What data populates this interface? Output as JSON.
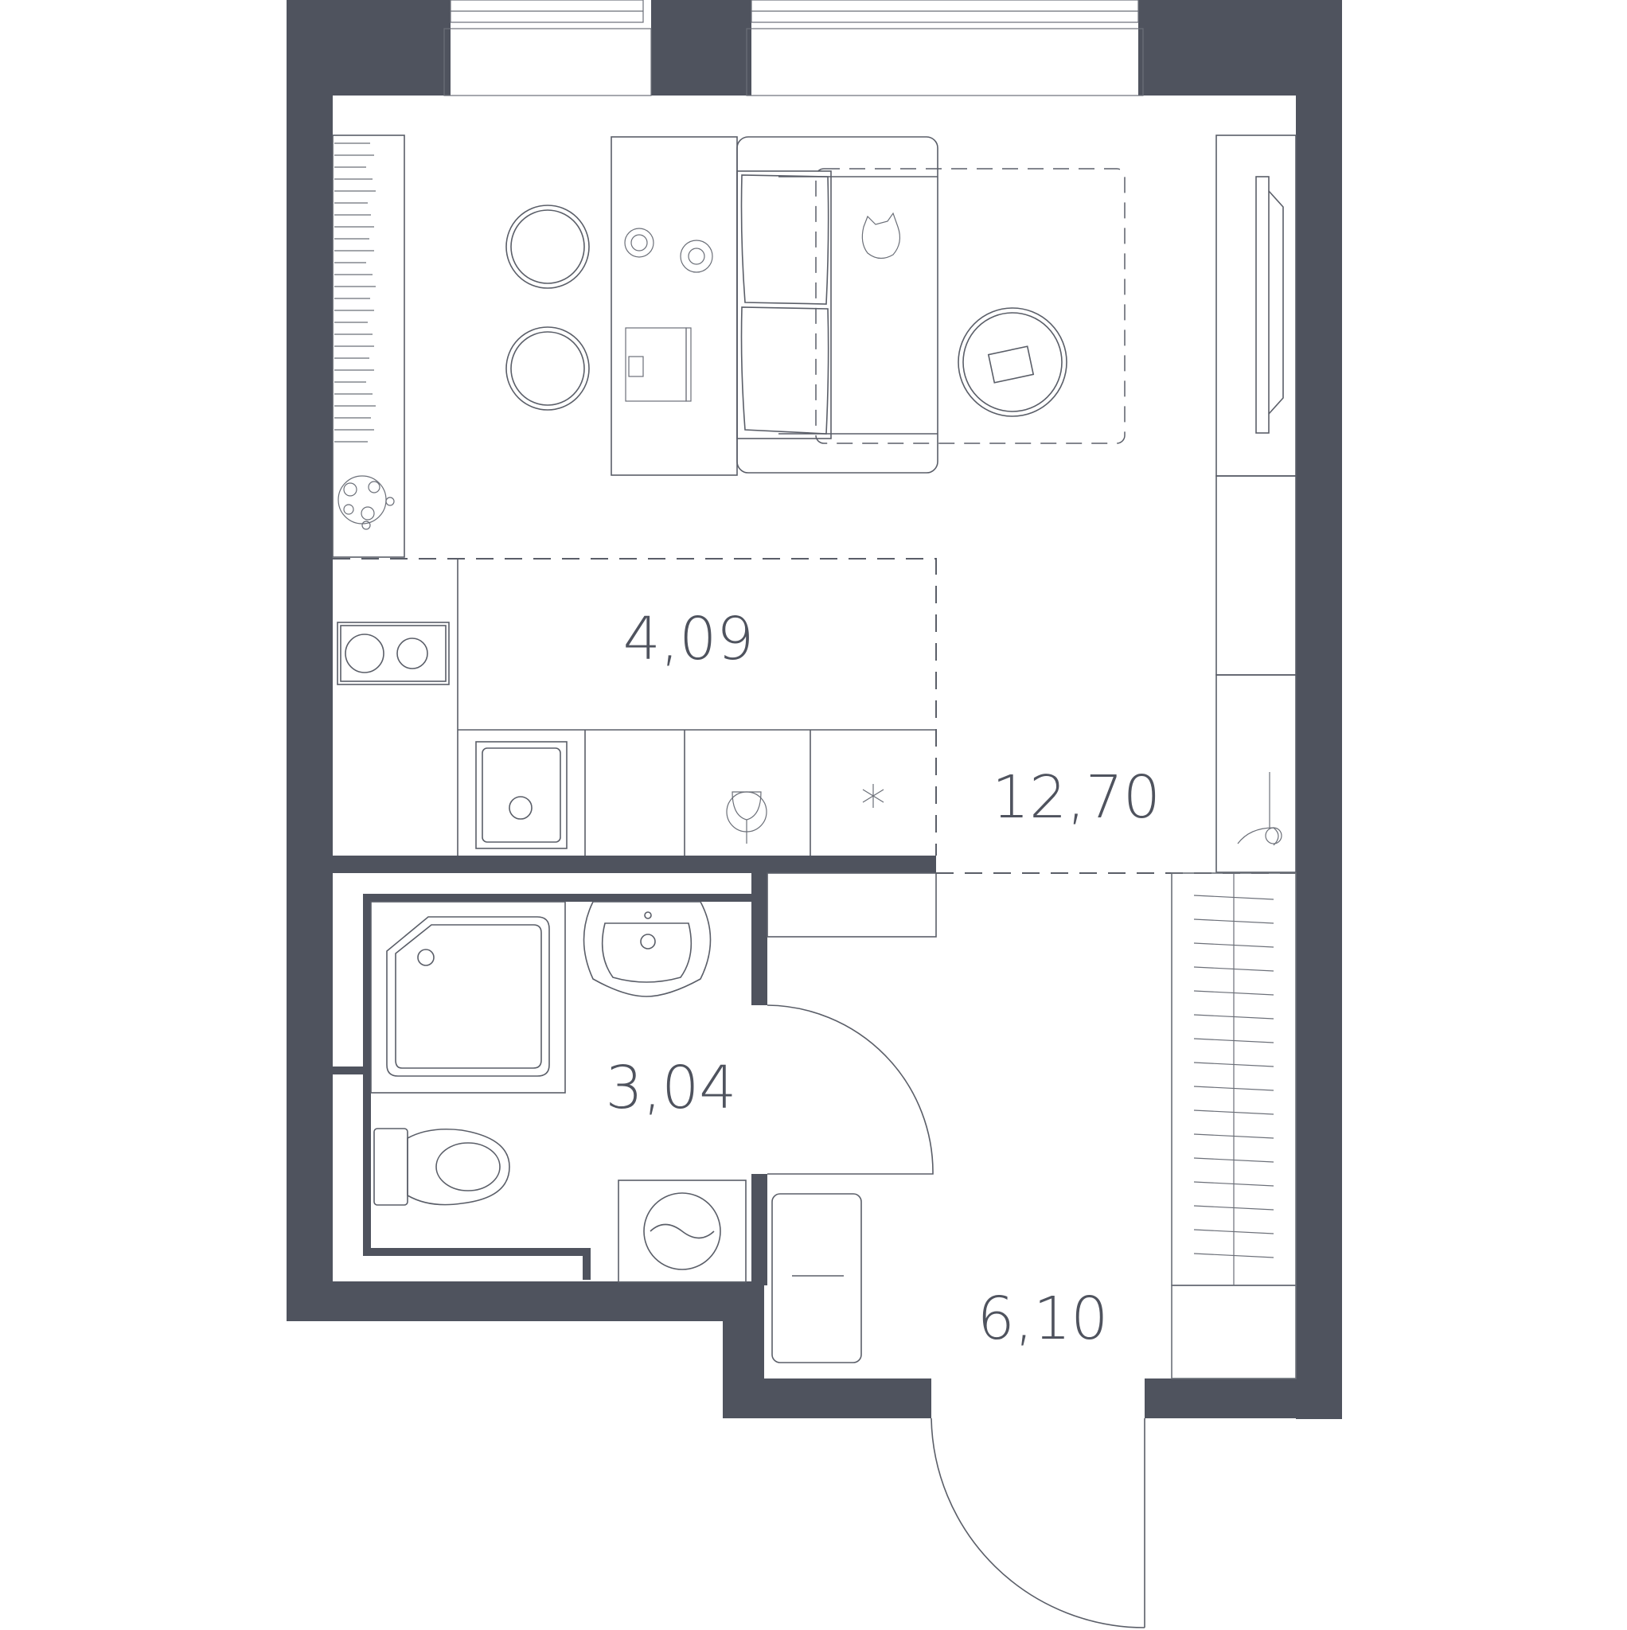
{
  "rooms": [
    {
      "id": "kitchen",
      "area": "4,09"
    },
    {
      "id": "living",
      "area": "12,70"
    },
    {
      "id": "bathroom",
      "area": "3,04"
    },
    {
      "id": "hall",
      "area": "6,10"
    }
  ],
  "colors": {
    "wall": "#4f535e",
    "line": "#5a5e68",
    "background": "#ffffff"
  },
  "icons": [
    "sofa-icon",
    "dining-chair-icon",
    "plant-icon",
    "cooktop-icon",
    "sink-icon",
    "toilet-icon",
    "shower-icon",
    "washing-machine-icon",
    "wardrobe-icon",
    "tv-icon"
  ]
}
